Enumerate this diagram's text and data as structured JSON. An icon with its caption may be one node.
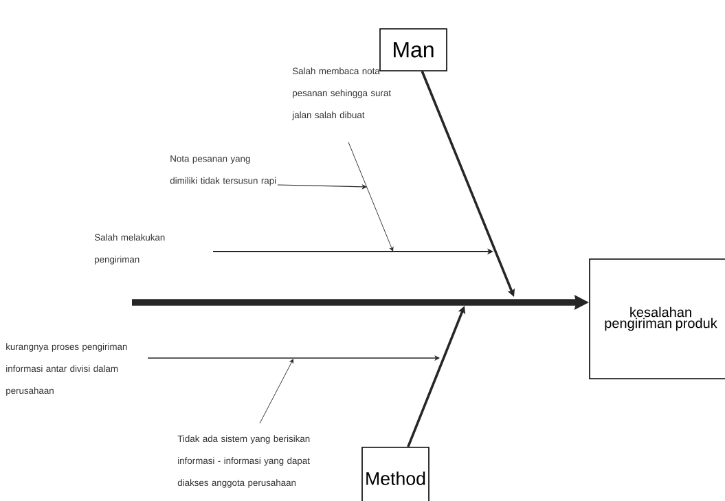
{
  "diagram": {
    "nodes": [
      {
        "text": [
          "Man"
        ]
      },
      {
        "text": [
          "Salah membaca nota pesanan sehingga surat jalan salah dibuat"
        ]
      },
      {
        "text": [
          "Nota pesanan yang dimiliki tidak tersusun rapi"
        ]
      },
      {
        "text": [
          "Salah melakukan pengiriman"
        ]
      },
      {
        "text": [
          "kesalahan pengiriman produk"
        ]
      },
      {
        "text": [
          "kurangnya proses pengiriman informasi antar divisi dalam perusahaan"
        ]
      },
      {
        "text": [
          "Tidak ada sistem yang berisikan informasi - informasi yang dapat diakses anggota perusahaan"
        ]
      },
      {
        "text": [
          "Method"
        ]
      }
    ],
    "edges": [
      {
        "from": null,
        "to": 4,
        "arrow": "to",
        "style": "thick"
      },
      {
        "from": 0,
        "to": null,
        "arrow": "to",
        "style": "thick"
      },
      {
        "from": 7,
        "to": null,
        "arrow": "to",
        "style": "thick"
      },
      {
        "from": 3,
        "to": null,
        "arrow": "to"
      },
      {
        "from": 1,
        "to": null,
        "arrow": "to"
      },
      {
        "from": 2,
        "to": null,
        "arrow": "to"
      },
      {
        "from": 5,
        "to": null,
        "arrow": "to"
      },
      {
        "from": 6,
        "to": null,
        "arrow": "to"
      }
    ]
  }
}
